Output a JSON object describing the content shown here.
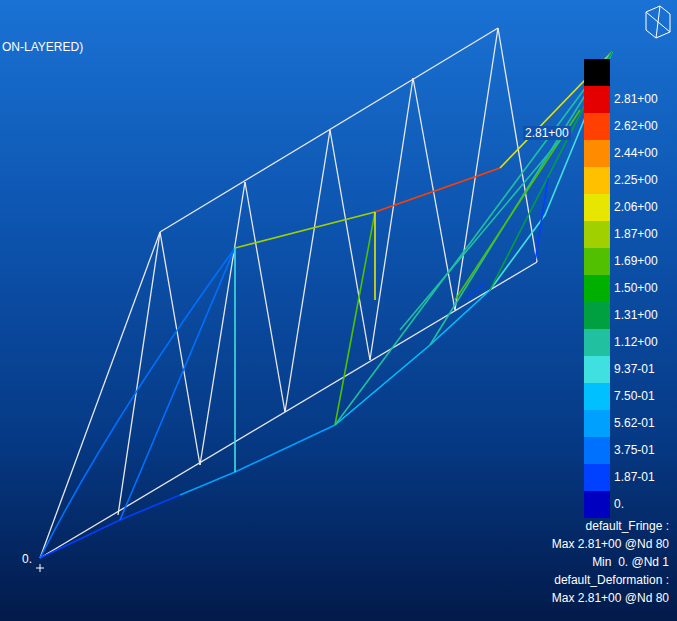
{
  "diagram": {
    "labels": [
      "ON-LAYERED)",
      "2.81+00",
      "0.",
      "default_Fringe :",
      "Max 2.81+00 @Nd 80",
      "Min  0. @Nd 1",
      "default_Deformation :",
      "Max 2.81+00 @Nd 80"
    ],
    "legend": [
      {
        "text": "2.81+00",
        "color": "#e50000"
      },
      {
        "text": "2.62+00",
        "color": "#ff4000"
      },
      {
        "text": "2.44+00",
        "color": "#ff8c00"
      },
      {
        "text": "2.25+00",
        "color": "#ffc000"
      },
      {
        "text": "2.06+00",
        "color": "#e6e600"
      },
      {
        "text": "1.87+00",
        "color": "#a0d000"
      },
      {
        "text": "1.69+00",
        "color": "#50c000"
      },
      {
        "text": "1.50+00",
        "color": "#00b000"
      },
      {
        "text": "1.31+00",
        "color": "#00a040"
      },
      {
        "text": "1.12+00",
        "color": "#20c0a0"
      },
      {
        "text": "9.37-01",
        "color": "#40e0e0"
      },
      {
        "text": "7.50-01",
        "color": "#00c0ff"
      },
      {
        "text": "5.62-01",
        "color": "#00a0ff"
      },
      {
        "text": "3.75-01",
        "color": "#0070ff"
      },
      {
        "text": "1.87-01",
        "color": "#0040ff"
      },
      {
        "text": "0.",
        "color": "#0000c0"
      }
    ]
  }
}
